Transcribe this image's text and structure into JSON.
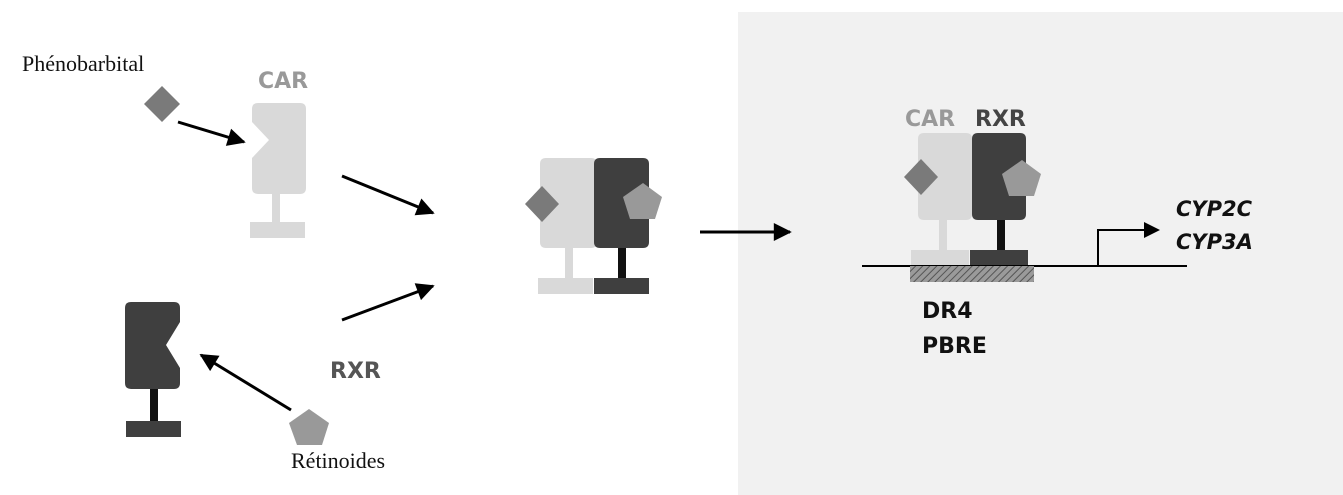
{
  "colors": {
    "background": "#ffffff",
    "nucleus_panel": "#f1f1f1",
    "car_receptor": "#d9d9d9",
    "rxr_receptor": "#3f3f3f",
    "phenobarbital_ligand": "#7a7a7a",
    "retinoid_ligand": "#999999",
    "car_label": "#999999",
    "rxr_label": "#555555",
    "dna_element_hatch": "#777777",
    "arrow": "#000000"
  },
  "labels": {
    "phenobarbital": "Phénobarbital",
    "retinoides": "Rétinoides",
    "car_free": "CAR",
    "rxr_free": "RXR",
    "car_bound": "CAR",
    "rxr_bound": "RXR",
    "element_line1": "DR4",
    "element_line2": "PBRE",
    "gene1": "CYP2C",
    "gene2": "CYP3A"
  },
  "icons": {
    "phenobarbital": "diamond-icon",
    "retinoides": "pentagon-icon",
    "transcription_start": "bent-arrow-icon"
  }
}
